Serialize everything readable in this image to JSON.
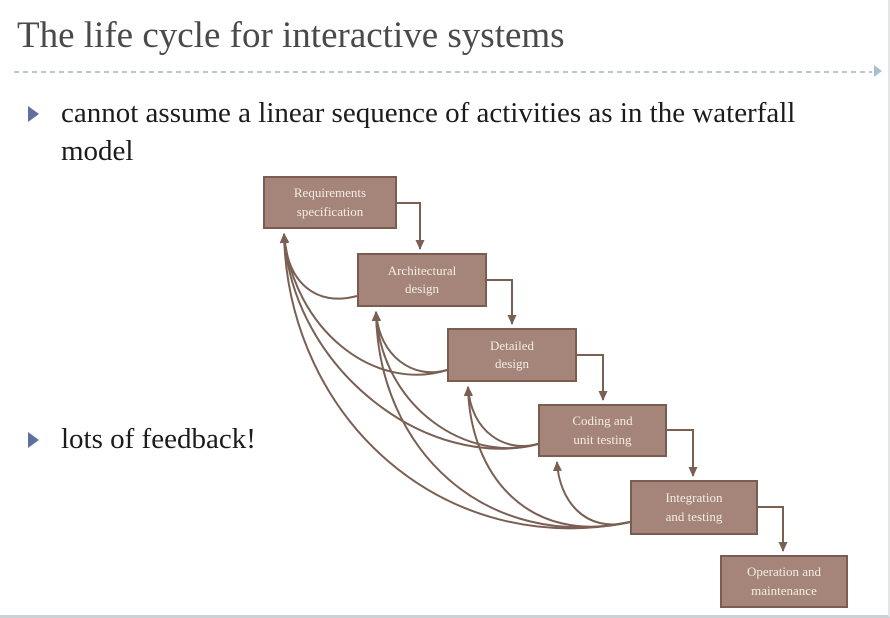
{
  "colors": {
    "title": "#4a4a4a",
    "text": "#1c1c1c",
    "bullet": "#5f6f9e",
    "divider": "#b9c8d4",
    "box-fill": "#a5857a",
    "box-border": "#7a5c50",
    "arrow": "#7a5f53",
    "box-text": "#f3ece2",
    "slide-bg": "#ffffff"
  },
  "icons": {
    "bullet": "right-pointing-triangle",
    "divider_end": "right-pointing-triangle"
  },
  "slide": {
    "title": "The life cycle for interactive systems",
    "bullets": [
      "cannot assume a linear sequence of activities as in the waterfall model",
      "lots of feedback!"
    ]
  },
  "diagram": {
    "type": "waterfall-model-with-feedback",
    "boxes": [
      {
        "line1": "Requirements",
        "line2": "specification"
      },
      {
        "line1": "Architectural",
        "line2": "design"
      },
      {
        "line1": "Detailed",
        "line2": "design"
      },
      {
        "line1": "Coding and",
        "line2": "unit testing"
      },
      {
        "line1": "Integration",
        "line2": "and testing"
      },
      {
        "line1": "Operation and",
        "line2": "maintenance"
      }
    ],
    "edges": {
      "forward": [
        [
          1,
          2
        ],
        [
          2,
          3
        ],
        [
          3,
          4
        ],
        [
          4,
          5
        ],
        [
          5,
          6
        ]
      ],
      "feedback": [
        [
          2,
          1
        ],
        [
          3,
          1
        ],
        [
          3,
          2
        ],
        [
          4,
          1
        ],
        [
          4,
          2
        ],
        [
          4,
          3
        ],
        [
          5,
          1
        ],
        [
          5,
          2
        ],
        [
          5,
          3
        ],
        [
          5,
          4
        ]
      ]
    }
  }
}
